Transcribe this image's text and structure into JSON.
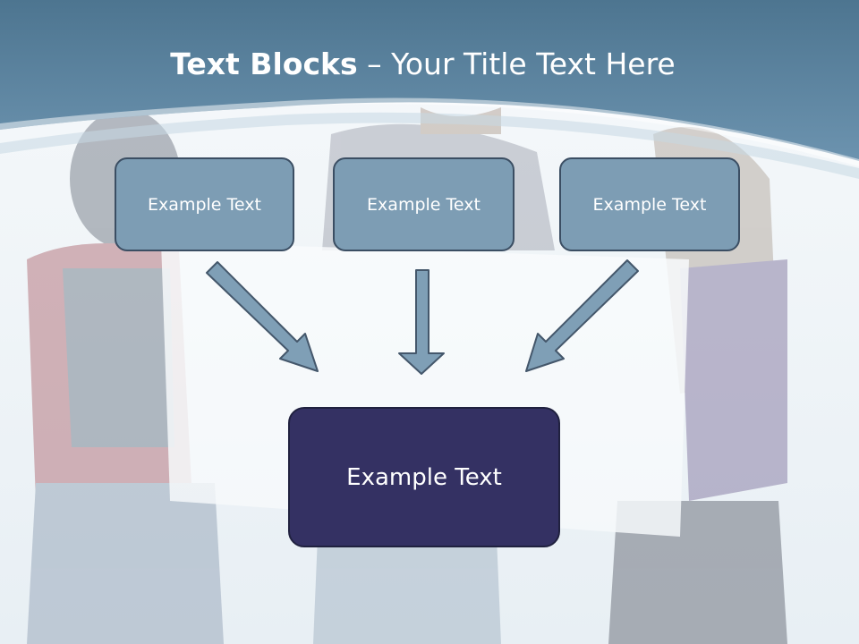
{
  "slide": {
    "title_bold": "Text Blocks",
    "title_sep": " – ",
    "title_rest": "Your Title Text Here"
  },
  "boxes": {
    "top": [
      "Example Text",
      "Example Text",
      "Example Text"
    ],
    "main": "Example Text"
  },
  "colors": {
    "header": "#5b86a4",
    "box_fill": "#7d9db4",
    "box_border": "#3b4e63",
    "main_fill": "#343163",
    "arrow_fill": "#7f9fb6",
    "arrow_stroke": "#44576b"
  }
}
